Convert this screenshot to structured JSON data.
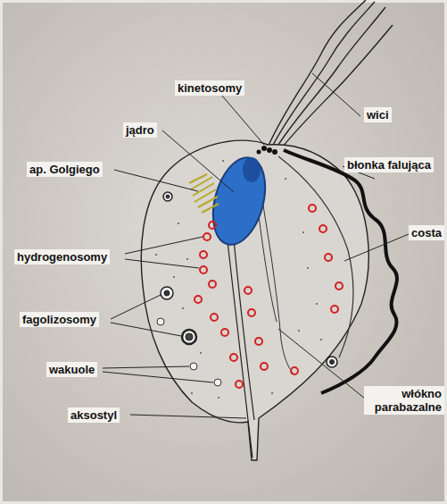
{
  "diagram": {
    "labels": [
      "kinetosomy",
      "wici",
      "jądro",
      "ap. Golgiego",
      "błonka falująca",
      "costa",
      "hydrogenosomy",
      "fagolizosomy",
      "wakuole",
      "aksostyl",
      "włókno parabazalne"
    ]
  }
}
